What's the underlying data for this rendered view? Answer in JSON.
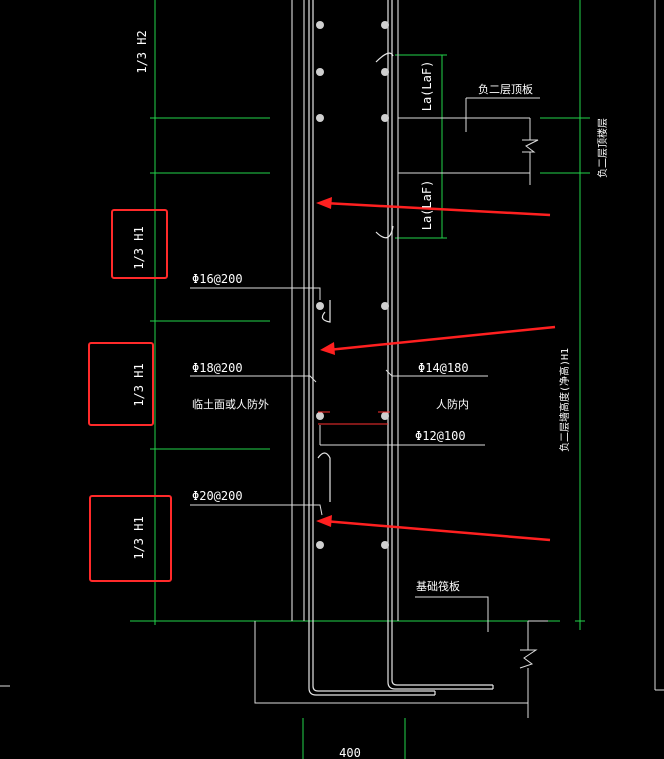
{
  "dimensions": {
    "top": "1/3  H2",
    "upper": "1/3  H1",
    "middle": "1/3  H1",
    "lower": "1/3  H1",
    "bottom_width": "400",
    "anchor_a": "La(LaF)",
    "anchor_b": "La(LaF)"
  },
  "labels": {
    "rebar_top": "Φ16@200",
    "rebar_mid_left": "Φ18@200",
    "rebar_mid_right": "Φ14@180",
    "rebar_tie": "Φ12@100",
    "rebar_bottom": "Φ20@200",
    "side_outer": "临土面或人防外",
    "side_inner": "人防内",
    "roof_slab": "负二层顶板",
    "foundation_slab": "基础筏板",
    "floor_height": "负二层墙高度(净高)H1",
    "floor_slab": "负二层顶楼层"
  },
  "colors": {
    "background": "#000000",
    "dimension_line": "#22d34a",
    "highlight": "#ff2a2a",
    "geometry": "#d8d8d8"
  }
}
